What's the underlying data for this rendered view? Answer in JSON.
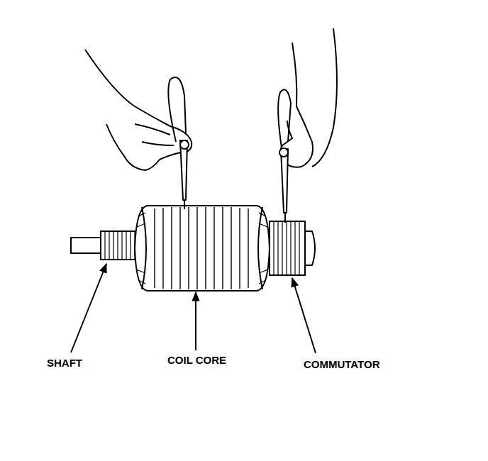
{
  "diagram": {
    "labels": [
      "SHAFT",
      "COIL CORE",
      "COMMUTATOR"
    ]
  }
}
